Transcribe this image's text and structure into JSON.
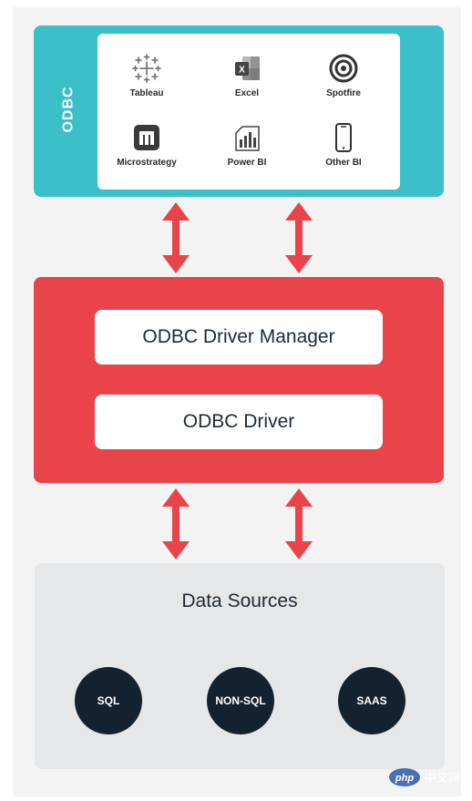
{
  "odbc": {
    "side_label": "ODBC",
    "apps": [
      {
        "label": "Tableau",
        "icon": "tableau-icon"
      },
      {
        "label": "Excel",
        "icon": "excel-icon"
      },
      {
        "label": "Spotfire",
        "icon": "spotfire-icon"
      },
      {
        "label": "Microstrategy",
        "icon": "microstrategy-icon"
      },
      {
        "label": "Power BI",
        "icon": "power-bi-icon"
      },
      {
        "label": "Other BI",
        "icon": "mobile-phone-icon"
      }
    ]
  },
  "driver": {
    "manager_label": "ODBC Driver Manager",
    "driver_label": "ODBC Driver"
  },
  "data_sources": {
    "title": "Data Sources",
    "items": [
      "SQL",
      "NON-SQL",
      "SAAS"
    ]
  },
  "colors": {
    "odbc_teal": "#3bbfc9",
    "driver_red": "#e84449",
    "arrow_red": "#e84449",
    "ds_gray": "#e6e7e9",
    "circle_navy": "#14222f"
  }
}
